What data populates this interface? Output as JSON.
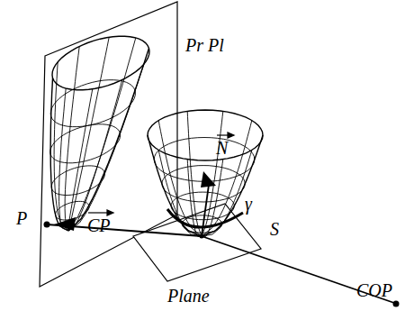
{
  "diagram": {
    "labels": [
      "Pr Pl",
      "P",
      "CP",
      "N",
      "γ",
      "S",
      "Plane",
      "COP"
    ]
  }
}
